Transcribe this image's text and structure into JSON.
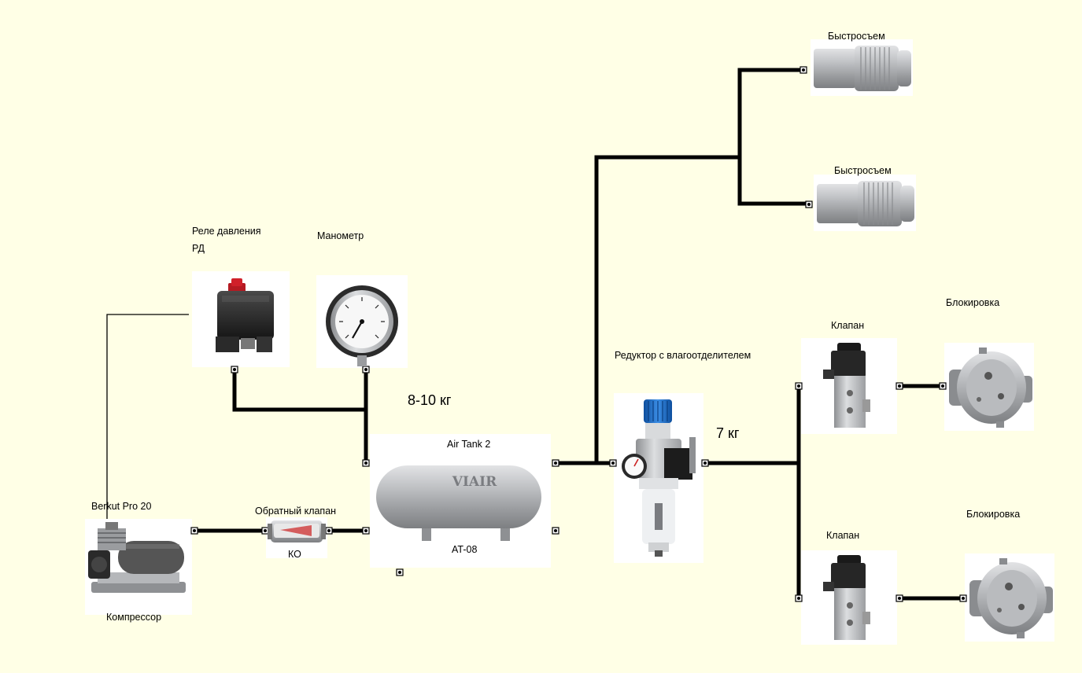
{
  "labels": {
    "relay": "Реле давления",
    "relay_sub": "РД",
    "gauge": "Манометр",
    "pressure_tank": "8-10 кг",
    "tank_name": "Air Tank 2",
    "tank_model": "AT-08",
    "check_valve": "Обратный клапан",
    "check_valve_abbr": "КО",
    "compressor_model": "Berkut Pro 20",
    "compressor": "Компрессор",
    "regulator": "Редуктор с влагоотделителем",
    "pressure_out": "7 кг",
    "quick1": "Быстросъем",
    "quick2": "Быстросъем",
    "valve1": "Клапан",
    "valve2": "Клапан",
    "lock1": "Блокировка",
    "lock2": "Блокировка",
    "tank_brand": "VIAIR"
  },
  "colors": {
    "background": "#FFFFE6",
    "line": "#000000",
    "metal": "#A9ABAE",
    "regulator_cap": "#1E6FC9",
    "relay_button": "#D0202A"
  },
  "icons": [
    "pressure-relay",
    "pressure-gauge",
    "air-tank",
    "check-valve",
    "compressor",
    "filter-regulator",
    "quick-coupler",
    "solenoid-valve",
    "differential-lock"
  ]
}
